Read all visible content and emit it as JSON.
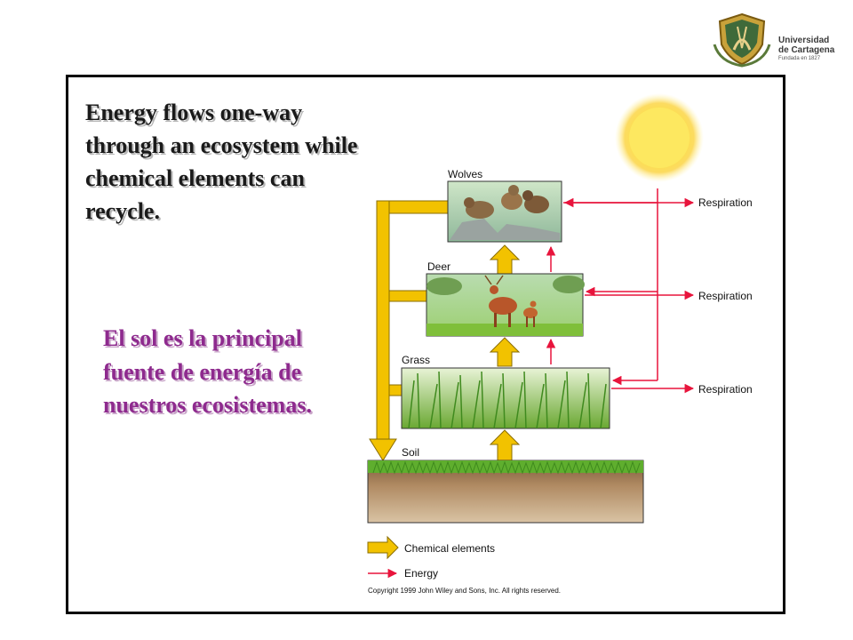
{
  "logo": {
    "line1": "Universidad",
    "line2": "de Cartagena",
    "line3": "Fundada en 1827"
  },
  "heading": "Energy flows one-way through an ecosystem while chemical elements can recycle.",
  "subtext": "El sol es la principal fuente de energía de nuestros ecosistemas.",
  "diagram": {
    "levels": {
      "wolves": "Wolves",
      "deer": "Deer",
      "grass": "Grass",
      "soil": "Soil"
    },
    "respiration": [
      "Respiration",
      "Respiration",
      "Respiration"
    ],
    "legend": {
      "chemical": "Chemical elements",
      "energy": "Energy"
    },
    "copyright": "Copyright 1999 John Wiley and Sons, Inc. All rights reserved."
  },
  "colors": {
    "chemical_arrow": "#f2c200",
    "chemical_outline": "#8a6d00",
    "energy_arrow": "#e8143c",
    "spanish_text": "#8e2a8e",
    "sun": "#fde24a"
  }
}
